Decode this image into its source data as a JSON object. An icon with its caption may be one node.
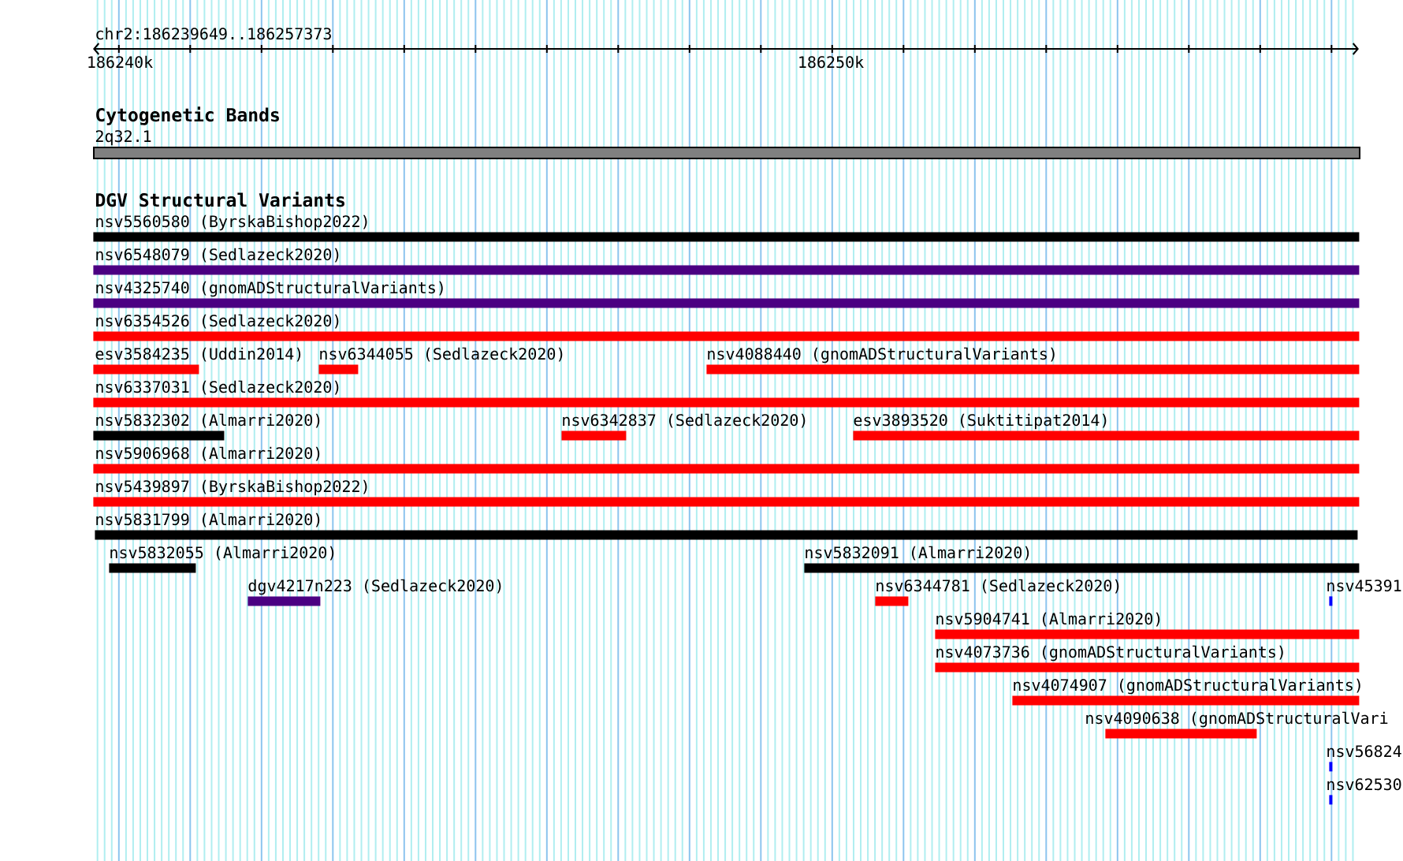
{
  "diagram": {
    "nodes": [
      {
        "text": [
          "2q32.1"
        ]
      },
      {
        "text": [
          "nsv5560580 (ByrskaBishop2022)"
        ]
      },
      {
        "text": [
          "nsv6548079 (Sedlazeck2020)"
        ]
      },
      {
        "text": [
          "nsv4325740 (gnomADStructuralVariants)"
        ]
      },
      {
        "text": [
          "nsv6354526 (Sedlazeck2020)"
        ]
      },
      {
        "text": [
          "esv3584235 (Uddin2014)"
        ]
      },
      {
        "text": [
          "nsv6344055 (Sedlazeck2020)"
        ]
      },
      {
        "text": [
          "nsv4088440 (gnomADStructuralVariants)"
        ]
      },
      {
        "text": [
          "nsv6337031 (Sedlazeck2020)"
        ]
      },
      {
        "text": [
          "nsv5832302 (Almarri2020)"
        ]
      },
      {
        "text": [
          "nsv6342837 (Sedlazeck2020)"
        ]
      },
      {
        "text": [
          "esv3893520 (Suktitipat2014)"
        ]
      },
      {
        "text": [
          "nsv5906968 (Almarri2020)"
        ]
      },
      {
        "text": [
          "nsv5439897 (ByrskaBishop2022)"
        ]
      },
      {
        "text": [
          "nsv5831799 (Almarri2020)"
        ]
      },
      {
        "text": [
          "nsv5832055 (Almarri2020)"
        ]
      },
      {
        "text": [
          "nsv5832091 (Almarri2020)"
        ]
      },
      {
        "text": [
          "dgv4217n223 (Sedlazeck2020)"
        ]
      },
      {
        "text": [
          "nsv6344781 (Sedlazeck2020)"
        ]
      },
      {
        "text": [
          "nsv45391"
        ]
      },
      {
        "text": [
          "nsv5904741 (Almarri2020)"
        ]
      },
      {
        "text": [
          "nsv4073736 (gnomADStructuralVariants)"
        ]
      },
      {
        "text": [
          "nsv4074907 (gnomADStructuralVariants)"
        ]
      },
      {
        "text": [
          "nsv4090638 (gnomADStructuralVari"
        ]
      },
      {
        "text": [
          "nsv56824"
        ]
      },
      {
        "text": [
          "nsv62530"
        ]
      }
    ],
    "labels": [
      "chr2:186239649..186257373",
      "186240k",
      "186250k",
      "Cytogenetic Bands",
      "DGV Structural Variants"
    ]
  }
}
